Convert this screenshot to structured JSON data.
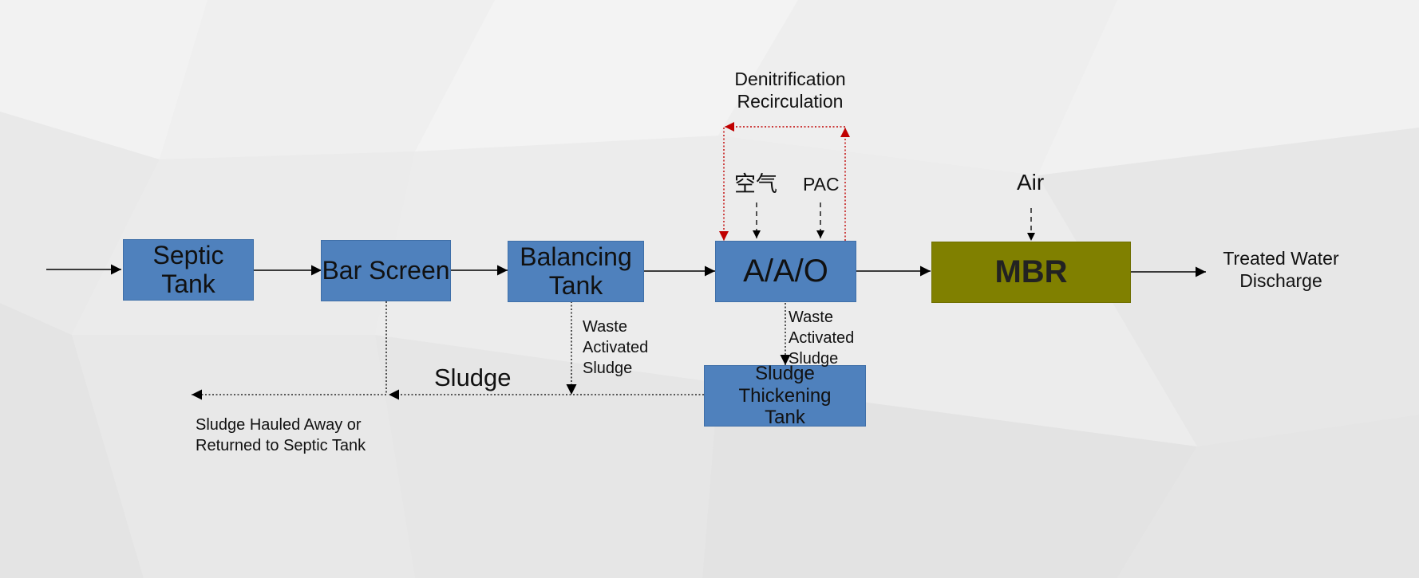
{
  "boxes": {
    "septic_tank": "Septic Tank",
    "bar_screen": "Bar Screen",
    "balancing_tank": "Balancing\nTank",
    "aao": "A/A/O",
    "mbr": "MBR",
    "sludge_thickening_tank": "Sludge\nThickening\nTank"
  },
  "labels": {
    "denitrification_recirculation": "Denitrification\nRecirculation",
    "air_cn": "空气",
    "pac": "PAC",
    "air": "Air",
    "treated_water_discharge": "Treated Water\nDischarge",
    "waste_activated_sludge_1": "Waste\nActivated\nSludge",
    "waste_activated_sludge_2": "Waste\nActivated\nSludge",
    "sludge": "Sludge",
    "sludge_hauled_away": "Sludge Hauled Away or\nReturned to Septic Tank"
  },
  "colors": {
    "process_box": "#4f81bd",
    "mbr_box": "#808000",
    "recirculation_line": "#c00000",
    "flow_line": "#000000",
    "background": "#ececec"
  }
}
